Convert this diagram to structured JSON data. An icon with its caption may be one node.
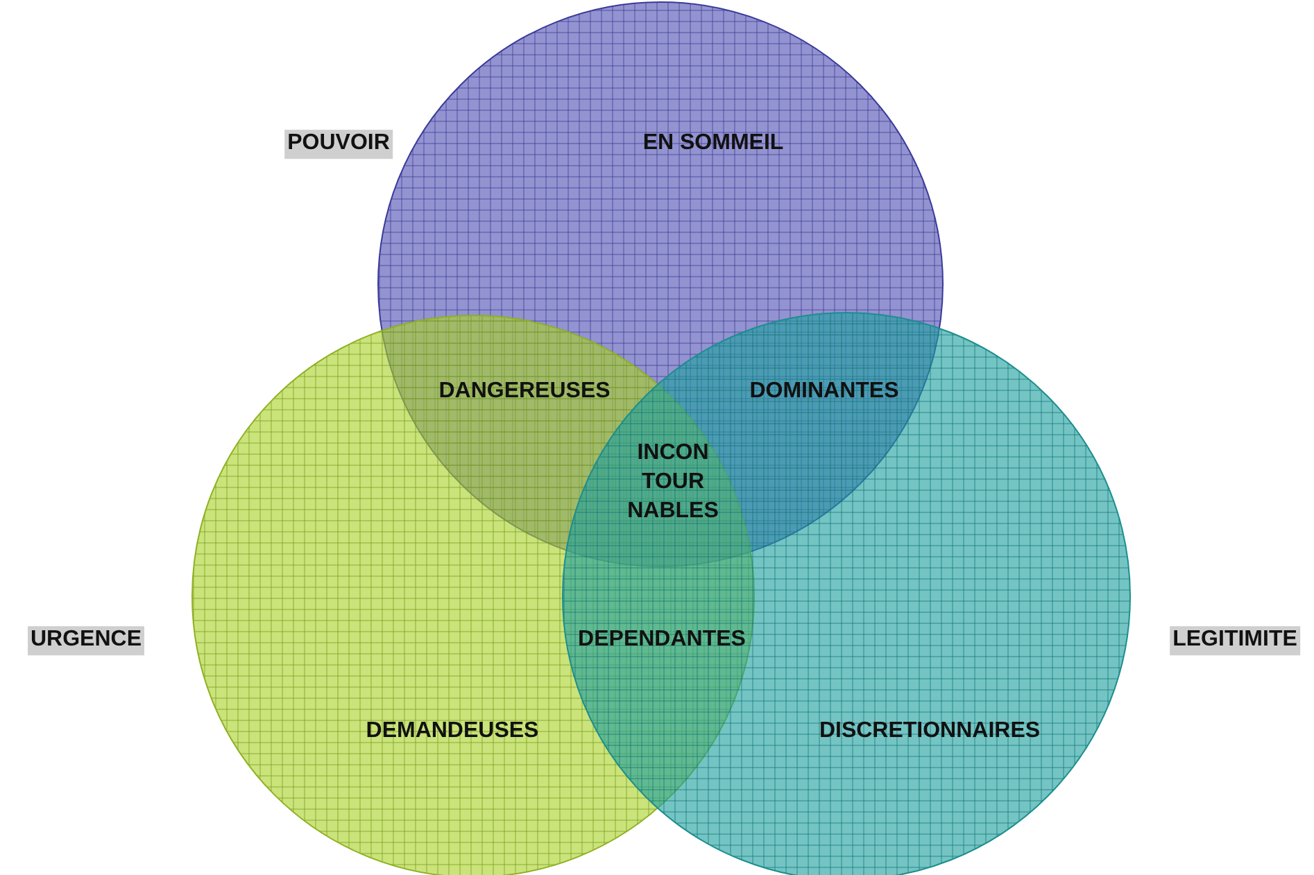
{
  "diagram": {
    "nodes": [
      {
        "text": [
          "POUVOIR",
          "EN SOMMEIL"
        ]
      },
      {
        "text": [
          "URGENCE",
          "DEMANDEUSES"
        ]
      },
      {
        "text": [
          "LEGITIMITE",
          "DISCRETIONNAIRES"
        ]
      }
    ],
    "labels": [
      "DANGEREUSES",
      "DOMINANTES",
      "INCON TOUR NABLES",
      "DEPENDANTES"
    ]
  }
}
